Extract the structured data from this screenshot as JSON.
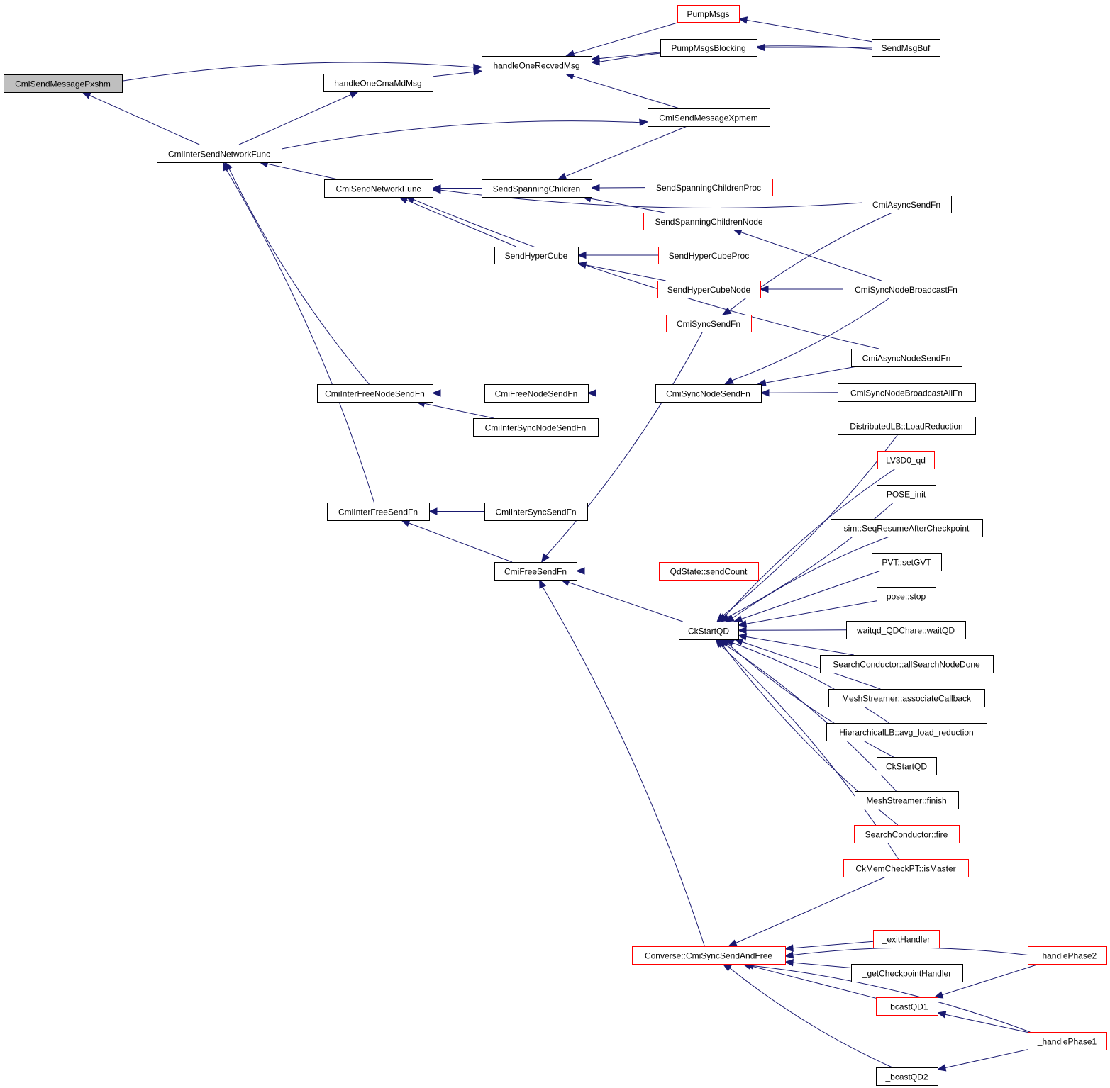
{
  "title": "CmiSendMessagePxshm caller graph",
  "colors": {
    "edge": "#191970",
    "border_normal": "#000000",
    "border_truncated": "#ff0000",
    "root_fill": "#bfbfbf"
  },
  "nodes": [
    {
      "id": "CmiSendMessagePxshm",
      "label": "CmiSendMessagePxshm",
      "style": "root"
    },
    {
      "id": "handleOneRecvedMsg",
      "label": "handleOneRecvedMsg",
      "style": "normal"
    },
    {
      "id": "handleOneCmaMdMsg",
      "label": "handleOneCmaMdMsg",
      "style": "normal"
    },
    {
      "id": "PumpMsgs",
      "label": "PumpMsgs",
      "style": "red"
    },
    {
      "id": "PumpMsgsBlocking",
      "label": "PumpMsgsBlocking",
      "style": "normal"
    },
    {
      "id": "SendMsgBuf",
      "label": "SendMsgBuf",
      "style": "normal"
    },
    {
      "id": "CmiSendMessageXpmem",
      "label": "CmiSendMessageXpmem",
      "style": "normal"
    },
    {
      "id": "CmiInterSendNetworkFunc",
      "label": "CmiInterSendNetworkFunc",
      "style": "normal"
    },
    {
      "id": "CmiSendNetworkFunc",
      "label": "CmiSendNetworkFunc",
      "style": "normal"
    },
    {
      "id": "SendSpanningChildren",
      "label": "SendSpanningChildren",
      "style": "normal"
    },
    {
      "id": "SendSpanningChildrenProc",
      "label": "SendSpanningChildrenProc",
      "style": "red"
    },
    {
      "id": "CmiAsyncSendFn",
      "label": "CmiAsyncSendFn",
      "style": "normal"
    },
    {
      "id": "SendSpanningChildrenNode",
      "label": "SendSpanningChildrenNode",
      "style": "red"
    },
    {
      "id": "SendHyperCube",
      "label": "SendHyperCube",
      "style": "normal"
    },
    {
      "id": "SendHyperCubeProc",
      "label": "SendHyperCubeProc",
      "style": "red"
    },
    {
      "id": "SendHyperCubeNode",
      "label": "SendHyperCubeNode",
      "style": "red"
    },
    {
      "id": "CmiSyncNodeBroadcastFn",
      "label": "CmiSyncNodeBroadcastFn",
      "style": "normal"
    },
    {
      "id": "CmiSyncSendFn",
      "label": "CmiSyncSendFn",
      "style": "red"
    },
    {
      "id": "CmiAsyncNodeSendFn",
      "label": "CmiAsyncNodeSendFn",
      "style": "normal"
    },
    {
      "id": "CmiInterFreeNodeSendFn",
      "label": "CmiInterFreeNodeSendFn",
      "style": "normal"
    },
    {
      "id": "CmiFreeNodeSendFn",
      "label": "CmiFreeNodeSendFn",
      "style": "normal"
    },
    {
      "id": "CmiSyncNodeSendFn",
      "label": "CmiSyncNodeSendFn",
      "style": "normal"
    },
    {
      "id": "CmiSyncNodeBroadcastAllFn",
      "label": "CmiSyncNodeBroadcastAllFn",
      "style": "normal"
    },
    {
      "id": "CmiInterSyncNodeSendFn",
      "label": "CmiInterSyncNodeSendFn",
      "style": "normal"
    },
    {
      "id": "DistributedLB_LoadReduction",
      "label": "DistributedLB::LoadReduction",
      "style": "normal"
    },
    {
      "id": "LV3D0_qd",
      "label": "LV3D0_qd",
      "style": "red"
    },
    {
      "id": "POSE_init",
      "label": "POSE_init",
      "style": "normal"
    },
    {
      "id": "sim_SeqResumeAfterCheckpoint",
      "label": "sim::SeqResumeAfterCheckpoint",
      "style": "normal"
    },
    {
      "id": "CmiInterFreeSendFn",
      "label": "CmiInterFreeSendFn",
      "style": "normal"
    },
    {
      "id": "CmiInterSyncSendFn",
      "label": "CmiInterSyncSendFn",
      "style": "normal"
    },
    {
      "id": "PVT_setGVT",
      "label": "PVT::setGVT",
      "style": "normal"
    },
    {
      "id": "CmiFreeSendFn",
      "label": "CmiFreeSendFn",
      "style": "normal"
    },
    {
      "id": "QdState_sendCount",
      "label": "QdState::sendCount",
      "style": "red"
    },
    {
      "id": "pose_stop",
      "label": "pose::stop",
      "style": "normal"
    },
    {
      "id": "CkStartQD",
      "label": "CkStartQD",
      "style": "normal"
    },
    {
      "id": "waitqd_QDChare_waitQD",
      "label": "waitqd_QDChare::waitQD",
      "style": "normal"
    },
    {
      "id": "SearchConductor_allSearchNodeDone",
      "label": "SearchConductor::allSearchNodeDone",
      "style": "normal"
    },
    {
      "id": "MeshStreamer_associateCallback",
      "label": "MeshStreamer::associateCallback",
      "style": "normal"
    },
    {
      "id": "HierarchicalLB_avg_load_reduction",
      "label": "HierarchicalLB::avg_load_reduction",
      "style": "normal"
    },
    {
      "id": "CkStartQD_2",
      "label": "CkStartQD",
      "style": "normal"
    },
    {
      "id": "MeshStreamer_finish",
      "label": "MeshStreamer::finish",
      "style": "normal"
    },
    {
      "id": "SearchConductor_fire",
      "label": "SearchConductor::fire",
      "style": "red"
    },
    {
      "id": "CkMemCheckPT_isMaster",
      "label": "CkMemCheckPT::isMaster",
      "style": "red"
    },
    {
      "id": "Converse_CmiSyncSendAndFree",
      "label": "Converse::CmiSyncSendAndFree",
      "style": "red"
    },
    {
      "id": "_exitHandler",
      "label": "_exitHandler",
      "style": "red"
    },
    {
      "id": "_getCheckpointHandler",
      "label": "_getCheckpointHandler",
      "style": "normal"
    },
    {
      "id": "_handlePhase2",
      "label": "_handlePhase2",
      "style": "red"
    },
    {
      "id": "_bcastQD1",
      "label": "_bcastQD1",
      "style": "red"
    },
    {
      "id": "_handlePhase1",
      "label": "_handlePhase1",
      "style": "red"
    },
    {
      "id": "_bcastQD2",
      "label": "_bcastQD2",
      "style": "normal"
    }
  ],
  "edges": [
    {
      "from": "CmiSendMessagePxshm",
      "to": "handleOneRecvedMsg"
    },
    {
      "from": "handleOneCmaMdMsg",
      "to": "handleOneRecvedMsg"
    },
    {
      "from": "CmiInterSendNetworkFunc",
      "to": "CmiSendMessagePxshm"
    },
    {
      "from": "CmiInterSendNetworkFunc",
      "to": "handleOneCmaMdMsg"
    },
    {
      "from": "CmiInterSendNetworkFunc",
      "to": "CmiSendMessageXpmem"
    },
    {
      "from": "PumpMsgs",
      "to": "handleOneRecvedMsg"
    },
    {
      "from": "PumpMsgsBlocking",
      "to": "handleOneRecvedMsg"
    },
    {
      "from": "SendMsgBuf",
      "to": "handleOneRecvedMsg"
    },
    {
      "from": "SendMsgBuf",
      "to": "PumpMsgs"
    },
    {
      "from": "SendMsgBuf",
      "to": "PumpMsgsBlocking"
    },
    {
      "from": "CmiSendMessageXpmem",
      "to": "handleOneRecvedMsg"
    },
    {
      "from": "CmiSendMessageXpmem",
      "to": "SendSpanningChildren"
    },
    {
      "from": "CmiSendNetworkFunc",
      "to": "CmiInterSendNetworkFunc"
    },
    {
      "from": "SendSpanningChildren",
      "to": "CmiSendNetworkFunc"
    },
    {
      "from": "CmiAsyncSendFn",
      "to": "CmiSendNetworkFunc"
    },
    {
      "from": "SendSpanningChildrenProc",
      "to": "SendSpanningChildren"
    },
    {
      "from": "SendSpanningChildrenNode",
      "to": "SendSpanningChildren"
    },
    {
      "from": "SendHyperCube",
      "to": "CmiSendNetworkFunc"
    },
    {
      "from": "CmiAsyncNodeSendFn",
      "to": "CmiSendNetworkFunc"
    },
    {
      "from": "SendHyperCubeProc",
      "to": "SendHyperCube"
    },
    {
      "from": "SendHyperCubeNode",
      "to": "SendHyperCube"
    },
    {
      "from": "CmiSyncNodeBroadcastFn",
      "to": "SendSpanningChildrenNode"
    },
    {
      "from": "CmiSyncNodeBroadcastFn",
      "to": "SendHyperCubeNode"
    },
    {
      "from": "CmiAsyncSendFn",
      "to": "CmiSyncSendFn"
    },
    {
      "from": "CmiSyncNodeBroadcastFn",
      "to": "CmiSyncNodeSendFn"
    },
    {
      "from": "CmiAsyncNodeSendFn",
      "to": "CmiSyncNodeSendFn"
    },
    {
      "from": "CmiSyncNodeBroadcastAllFn",
      "to": "CmiSyncNodeSendFn"
    },
    {
      "from": "CmiSyncNodeSendFn",
      "to": "CmiFreeNodeSendFn"
    },
    {
      "from": "CmiFreeNodeSendFn",
      "to": "CmiInterFreeNodeSendFn"
    },
    {
      "from": "CmiInterSyncNodeSendFn",
      "to": "CmiInterFreeNodeSendFn"
    },
    {
      "from": "CmiInterFreeNodeSendFn",
      "to": "CmiInterSendNetworkFunc"
    },
    {
      "from": "CmiInterFreeSendFn",
      "to": "CmiInterSendNetworkFunc"
    },
    {
      "from": "CmiInterSyncSendFn",
      "to": "CmiInterFreeSendFn"
    },
    {
      "from": "CmiFreeSendFn",
      "to": "CmiInterFreeSendFn"
    },
    {
      "from": "CmiSyncSendFn",
      "to": "CmiFreeSendFn"
    },
    {
      "from": "QdState_sendCount",
      "to": "CmiFreeSendFn"
    },
    {
      "from": "CkStartQD",
      "to": "CmiFreeSendFn"
    },
    {
      "from": "Converse_CmiSyncSendAndFree",
      "to": "CmiFreeSendFn"
    },
    {
      "from": "DistributedLB_LoadReduction",
      "to": "CkStartQD"
    },
    {
      "from": "LV3D0_qd",
      "to": "CkStartQD"
    },
    {
      "from": "POSE_init",
      "to": "CkStartQD"
    },
    {
      "from": "sim_SeqResumeAfterCheckpoint",
      "to": "CkStartQD"
    },
    {
      "from": "PVT_setGVT",
      "to": "CkStartQD"
    },
    {
      "from": "pose_stop",
      "to": "CkStartQD"
    },
    {
      "from": "waitqd_QDChare_waitQD",
      "to": "CkStartQD"
    },
    {
      "from": "SearchConductor_allSearchNodeDone",
      "to": "CkStartQD"
    },
    {
      "from": "MeshStreamer_associateCallback",
      "to": "CkStartQD"
    },
    {
      "from": "HierarchicalLB_avg_load_reduction",
      "to": "CkStartQD"
    },
    {
      "from": "CkStartQD_2",
      "to": "CkStartQD"
    },
    {
      "from": "MeshStreamer_finish",
      "to": "CkStartQD"
    },
    {
      "from": "SearchConductor_fire",
      "to": "CkStartQD"
    },
    {
      "from": "CkMemCheckPT_isMaster",
      "to": "CkStartQD"
    },
    {
      "from": "CkMemCheckPT_isMaster",
      "to": "Converse_CmiSyncSendAndFree"
    },
    {
      "from": "_handlePhase2",
      "to": "Converse_CmiSyncSendAndFree"
    },
    {
      "from": "_exitHandler",
      "to": "Converse_CmiSyncSendAndFree"
    },
    {
      "from": "_getCheckpointHandler",
      "to": "Converse_CmiSyncSendAndFree"
    },
    {
      "from": "_bcastQD1",
      "to": "Converse_CmiSyncSendAndFree"
    },
    {
      "from": "_handlePhase1",
      "to": "Converse_CmiSyncSendAndFree"
    },
    {
      "from": "_bcastQD2",
      "to": "Converse_CmiSyncSendAndFree"
    },
    {
      "from": "_handlePhase2",
      "to": "_bcastQD1"
    },
    {
      "from": "_handlePhase1",
      "to": "_bcastQD1"
    },
    {
      "from": "_handlePhase1",
      "to": "_bcastQD2"
    }
  ]
}
